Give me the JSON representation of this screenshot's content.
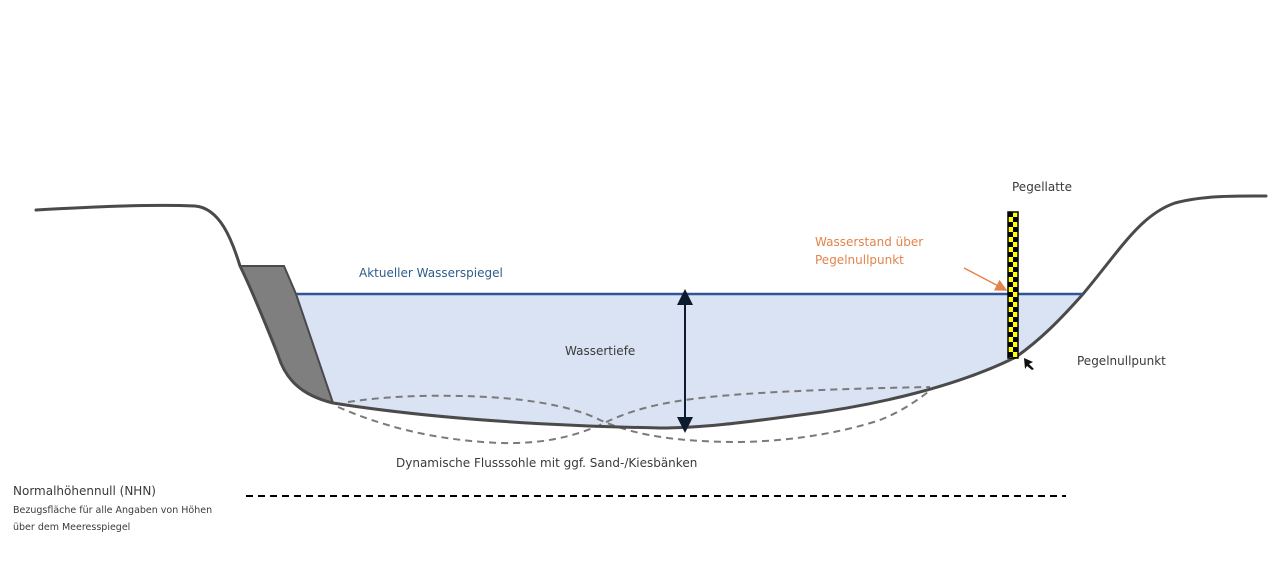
{
  "labels": {
    "pegellatte": "Pegellatte",
    "wasserstand_line1": "Wasserstand über",
    "wasserstand_line2": "Pegelnullpunkt",
    "aktueller_wasserspiegel": "Aktueller Wasserspiegel",
    "wassertiefe": "Wassertiefe",
    "pegelnullpunkt": "Pegelnullpunkt",
    "flusssohle": "Dynamische Flusssohle mit ggf. Sand-/Kiesbänken",
    "nhn_title": "Normalhöhennull (NHN)",
    "nhn_desc_line1": "Bezugsfläche für alle Angaben von Höhen",
    "nhn_desc_line2": "über dem Meeresspiegel"
  },
  "colors": {
    "terrain": "#4a4a4a",
    "water_fill": "#dae3f3",
    "water_line": "#2f5597",
    "wall": "#7f7f7f",
    "gauge_yellow": "#ffff00",
    "gauge_black": "#000000",
    "arrow_orange": "#e2844b",
    "depth_arrow": "#0d1b2e",
    "dashed_sediment": "#7a7a7a",
    "nhn_line": "#000000"
  }
}
